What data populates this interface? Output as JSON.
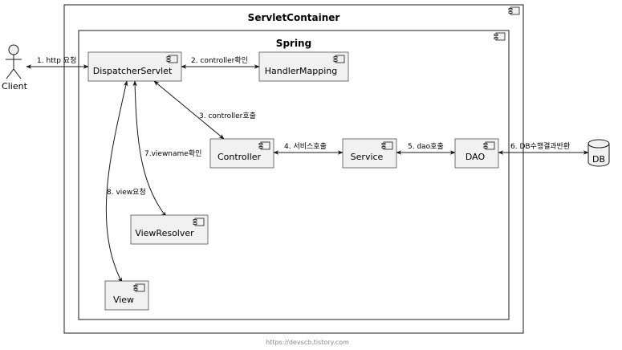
{
  "containers": {
    "outer_title": "ServletContainer",
    "inner_title": "Spring"
  },
  "components": {
    "dispatcher": "DispatcherServlet",
    "handler_mapping": "HandlerMapping",
    "controller": "Controller",
    "service": "Service",
    "dao": "DAO",
    "view_resolver": "ViewResolver",
    "view": "View"
  },
  "actor": {
    "client": "Client"
  },
  "database": {
    "db": "DB"
  },
  "edges": {
    "e1": "1. http 요청",
    "e2": "2. controller확인",
    "e3": "3. controller호출",
    "e4": "4. 서비스호출",
    "e5": "5. dao호출",
    "e6": "6. DB수행결과반환",
    "e7": "7.viewname확인",
    "e8": "8. view요청"
  },
  "footer": {
    "source": "https://devscb.tistory.com"
  }
}
